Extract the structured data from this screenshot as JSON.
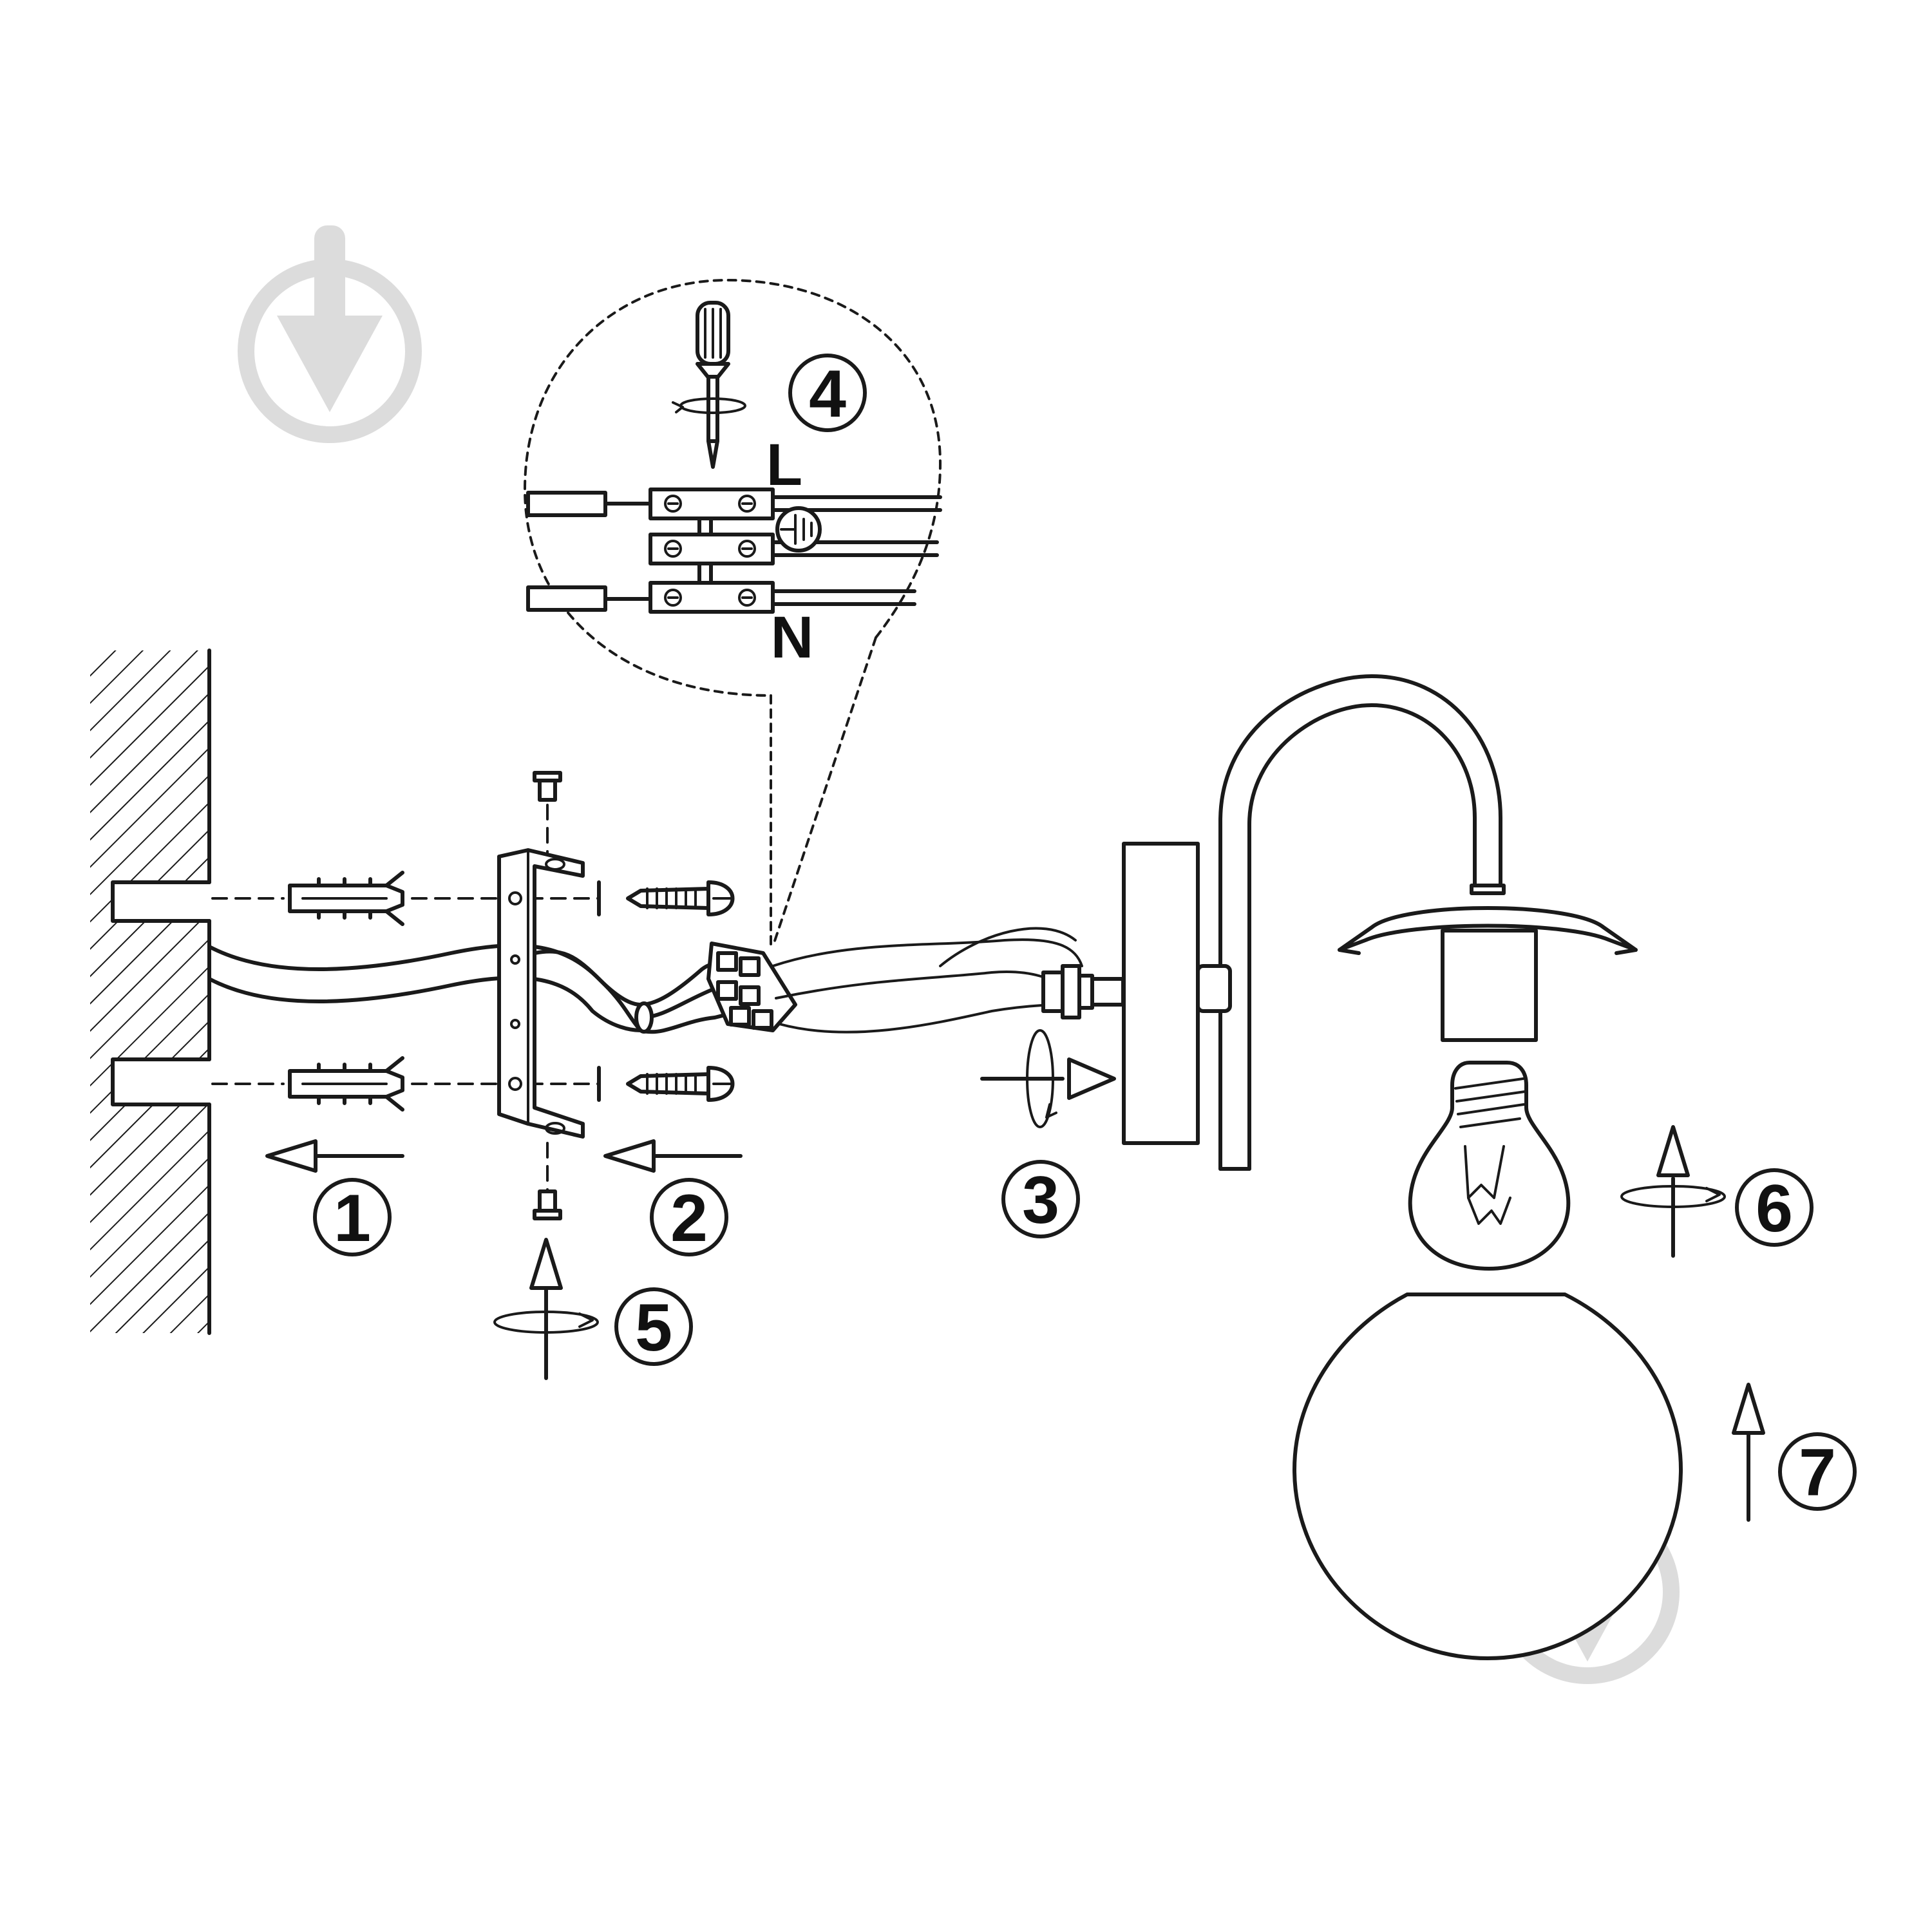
{
  "steps": [
    {
      "id": "step1",
      "number": "1"
    },
    {
      "id": "step2",
      "number": "2"
    },
    {
      "id": "step3",
      "number": "3"
    },
    {
      "id": "step4",
      "number": "4"
    },
    {
      "id": "step5",
      "number": "5"
    },
    {
      "id": "step6",
      "number": "6"
    },
    {
      "id": "step7",
      "number": "7"
    }
  ],
  "terminal_labels": {
    "live": "L",
    "neutral": "N"
  },
  "icons": [
    "watermark-logo-icon",
    "screwdriver-icon",
    "ground-symbol-icon",
    "rotate-arrow-icon",
    "light-bulb-icon"
  ],
  "colors": {
    "line": "#1a1a1a",
    "watermark": "#dcdcdc",
    "background": "#ffffff"
  }
}
